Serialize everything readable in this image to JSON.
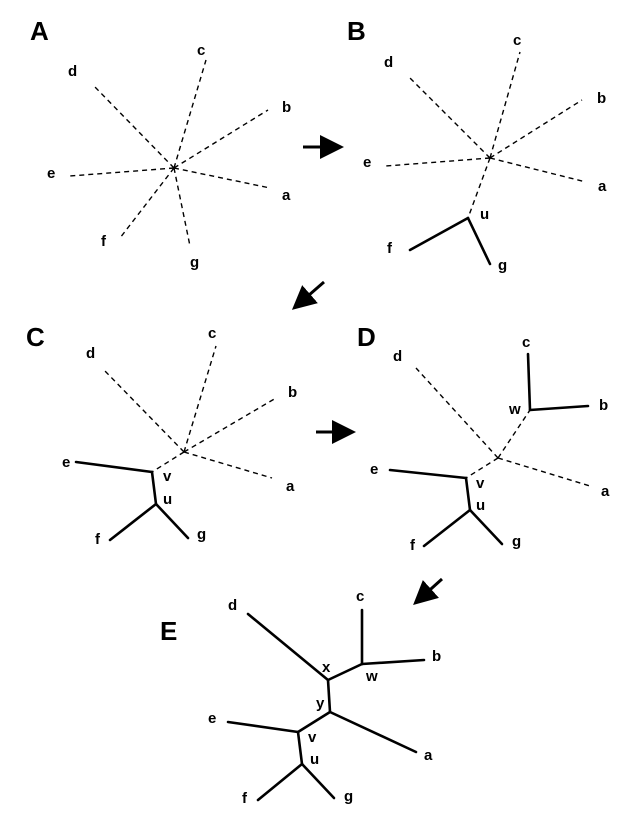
{
  "panels": [
    {
      "label": "A",
      "leaves": [
        "a",
        "b",
        "c",
        "d",
        "e",
        "f",
        "g"
      ],
      "internal_nodes": [],
      "resolved_edges": []
    },
    {
      "label": "B",
      "leaves": [
        "a",
        "b",
        "c",
        "d",
        "e",
        "f",
        "g"
      ],
      "internal_nodes": [
        "u"
      ],
      "resolved_edges": [
        [
          "u",
          "f"
        ],
        [
          "u",
          "g"
        ]
      ]
    },
    {
      "label": "C",
      "leaves": [
        "a",
        "b",
        "c",
        "d",
        "e",
        "f",
        "g"
      ],
      "internal_nodes": [
        "v",
        "u"
      ],
      "resolved_edges": [
        [
          "v",
          "e"
        ],
        [
          "v",
          "u"
        ],
        [
          "u",
          "f"
        ],
        [
          "u",
          "g"
        ]
      ]
    },
    {
      "label": "D",
      "leaves": [
        "a",
        "b",
        "c",
        "d",
        "e",
        "f",
        "g"
      ],
      "internal_nodes": [
        "w",
        "v",
        "u"
      ],
      "resolved_edges": [
        [
          "w",
          "c"
        ],
        [
          "w",
          "b"
        ],
        [
          "v",
          "e"
        ],
        [
          "v",
          "u"
        ],
        [
          "u",
          "f"
        ],
        [
          "u",
          "g"
        ]
      ]
    },
    {
      "label": "E",
      "leaves": [
        "a",
        "b",
        "c",
        "d",
        "e",
        "f",
        "g"
      ],
      "internal_nodes": [
        "x",
        "w",
        "y",
        "v",
        "u"
      ],
      "resolved_edges": [
        [
          "x",
          "d"
        ],
        [
          "x",
          "w"
        ],
        [
          "w",
          "c"
        ],
        [
          "w",
          "b"
        ],
        [
          "x",
          "y"
        ],
        [
          "y",
          "a"
        ],
        [
          "y",
          "v"
        ],
        [
          "v",
          "e"
        ],
        [
          "v",
          "u"
        ],
        [
          "u",
          "f"
        ],
        [
          "u",
          "g"
        ]
      ]
    }
  ],
  "transitions": [
    {
      "from": "A",
      "to": "B",
      "symbol": "arrow"
    },
    {
      "from": "B",
      "to": "C",
      "symbol": "arrow"
    },
    {
      "from": "C",
      "to": "D",
      "symbol": "arrow"
    },
    {
      "from": "D",
      "to": "E",
      "symbol": "arrow"
    }
  ]
}
